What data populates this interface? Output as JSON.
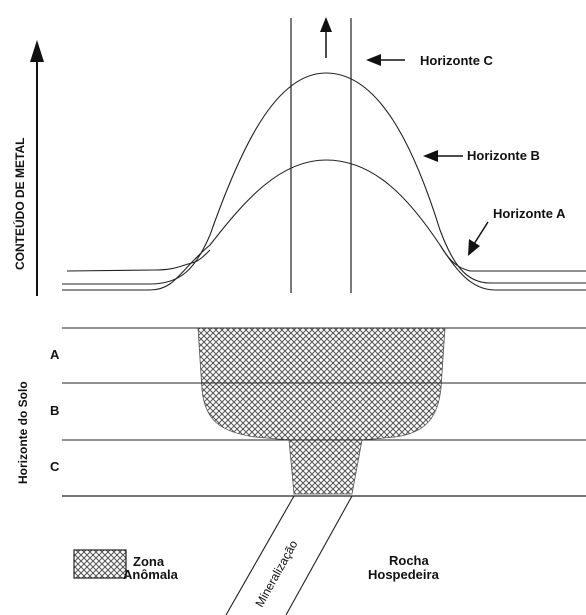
{
  "upper_plot": {
    "y_axis_label": "CONTEÚDO DE METAL",
    "horizon_labels": {
      "c": "Horizonte C",
      "b": "Horizonte B",
      "a": "Horizonte A"
    }
  },
  "soil_profile": {
    "axis_label": "Horizonte do Solo",
    "layers": [
      "A",
      "B",
      "C"
    ],
    "vein_label": "Mineralização",
    "host_rock_label_line1": "Rocha",
    "host_rock_label_line2": "Hospedeira"
  },
  "legend": {
    "anomalous_zone_line1": "Zona",
    "anomalous_zone_line2": "Anômala"
  },
  "colors": {
    "line": "#222222",
    "background": "#ffffff",
    "hatch": "#555555"
  }
}
